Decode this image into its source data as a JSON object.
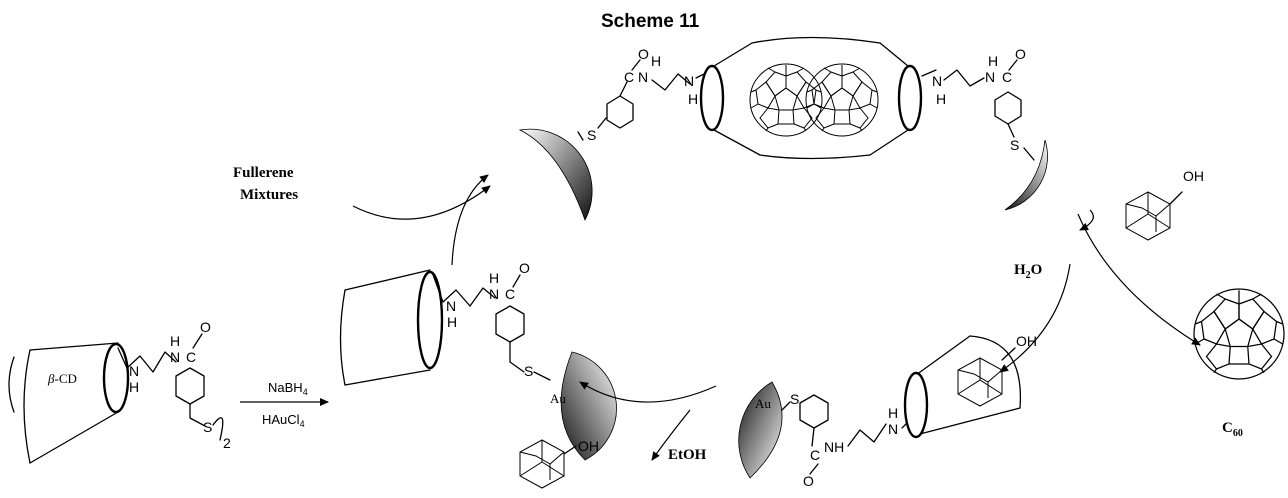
{
  "title": "Scheme 11",
  "reagents": {
    "nabh4": "NaBH",
    "nabh4_sub": "4",
    "haucl4": "HAuCl",
    "haucl4_sub": "4",
    "fullerene_line1": "Fullerene",
    "fullerene_line2": "Mixtures",
    "water": "H",
    "water_sub": "2",
    "water_end": "O",
    "etoh": "EtOH"
  },
  "labels": {
    "beta_cd_greek": "β",
    "beta_cd_rest": "-CD",
    "au": "Au",
    "s": "S",
    "n": "N",
    "h": "H",
    "nh": "NH",
    "o": "O",
    "c": "C",
    "oh": "OH",
    "disulfide_sub": "2",
    "c60": "C",
    "c60_sub": "60"
  },
  "colors": {
    "ink": "#000000",
    "nanoparticle_dark": "#1a1a1a",
    "nanoparticle_light": "#ffffff"
  }
}
